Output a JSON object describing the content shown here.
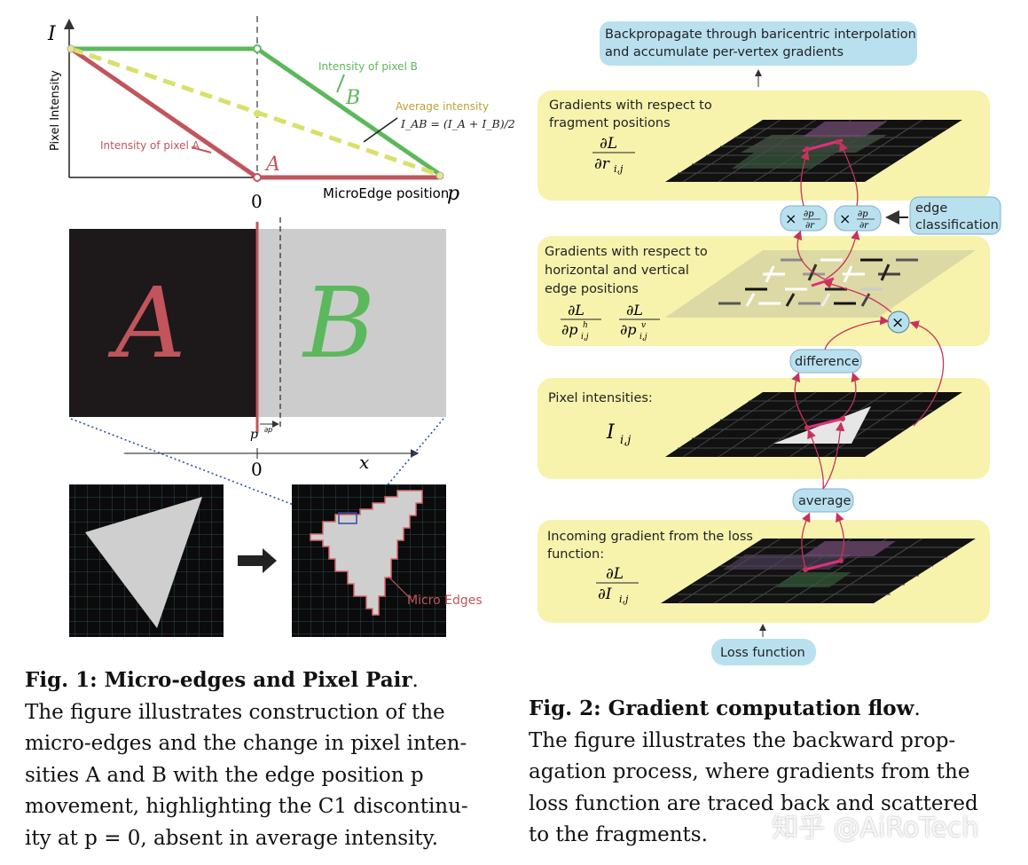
{
  "fig1": {
    "plot": {
      "y_axis_symbol": "I",
      "y_axis_label": "Pixel Intensity",
      "x_axis_label": "MicroEdge position",
      "x_axis_symbol": "p",
      "zero_tick": "0",
      "label_pixel_b": "Intensity of pixel B",
      "label_pixel_a": "Intensity of pixel A",
      "label_average": "Average intensity",
      "avg_formula": "I_AB = (I_A + I_B)/2",
      "letter_a": "A",
      "letter_b": "B",
      "color_a": "#c2545c",
      "color_b": "#5cb85c",
      "color_avg": "#d9e06a"
    },
    "pair": {
      "letter_a": "A",
      "letter_b": "B",
      "p_label": "p",
      "dp_label": "∂p",
      "axis_label": "x",
      "zero_tick": "0"
    },
    "grids": {
      "micro_edges_label": "Micro Edges"
    },
    "caption": {
      "title": "Fig. 1: Micro-edges and Pixel Pair",
      "lines": [
        "The figure illustrates construction of the",
        "micro-edges and the change in pixel inten-",
        "sities A and B with the edge position p",
        "movement, highlighting the C1 discontinu-",
        "ity at p = 0, absent in average intensity."
      ]
    }
  },
  "fig2": {
    "top_box": [
      "Backpropagate through baricentric interpolation",
      "and accumulate per-vertex gradients"
    ],
    "panel1": {
      "title": [
        "Gradients with respect to",
        "fragment positions"
      ],
      "formula_num": "∂L",
      "formula_den": "∂r",
      "formula_sub": "i,j"
    },
    "mult_label_num": "∂p",
    "mult_label_den": "∂r",
    "edge_classification": [
      "edge",
      "classification"
    ],
    "panel2": {
      "title": [
        "Gradients with respect to",
        "horizontal and vertical",
        "edge positions"
      ],
      "f1_num": "∂L",
      "f1_den": "∂p",
      "f1_sup": "h",
      "f1_sub": "i,j",
      "f2_num": "∂L",
      "f2_den": "∂p",
      "f2_sup": "v",
      "f2_sub": "i,j"
    },
    "difference": "difference",
    "panel3": {
      "title": "Pixel intensities:",
      "formula": "I",
      "formula_sub": "i,j"
    },
    "average": "average",
    "panel4": {
      "title": [
        "Incoming gradient from the loss",
        "function:"
      ],
      "formula_num": "∂L",
      "formula_den": "∂I",
      "formula_sub": "i,j"
    },
    "loss_box": "Loss function",
    "caption": {
      "title": "Fig. 2: Gradient computation flow",
      "lines": [
        "The figure illustrates the backward prop-",
        "agation process, where gradients from the",
        "loss function are traced back and scattered",
        "to the fragments."
      ]
    }
  },
  "watermark": "知乎 @AiRoTech"
}
